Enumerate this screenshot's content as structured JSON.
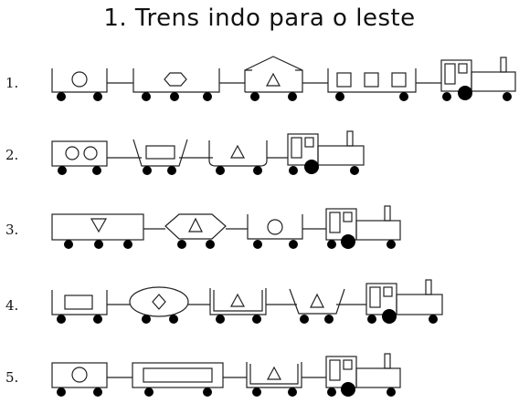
{
  "title": "1. Trens indo para o leste",
  "rows": [
    {
      "label": "1.",
      "cars": [
        "open-circle",
        "open-hexagon",
        "roof-triangle",
        "squares-3",
        "locomotive"
      ]
    },
    {
      "label": "2.",
      "cars": [
        "closed-two-circles",
        "trapezoid-rectangle",
        "bucket-triangle",
        "locomotive"
      ]
    },
    {
      "label": "3.",
      "cars": [
        "long-closed-down-triangle",
        "hexagon-triangle",
        "open-circle",
        "locomotive"
      ]
    },
    {
      "label": "4.",
      "cars": [
        "open-rectangle",
        "ellipse-diamond",
        "open-triangle",
        "trapezoid-triangle",
        "locomotive"
      ]
    },
    {
      "label": "5.",
      "cars": [
        "closed-circle",
        "long-closed-rectangle",
        "open-triangle",
        "locomotive"
      ]
    }
  ]
}
